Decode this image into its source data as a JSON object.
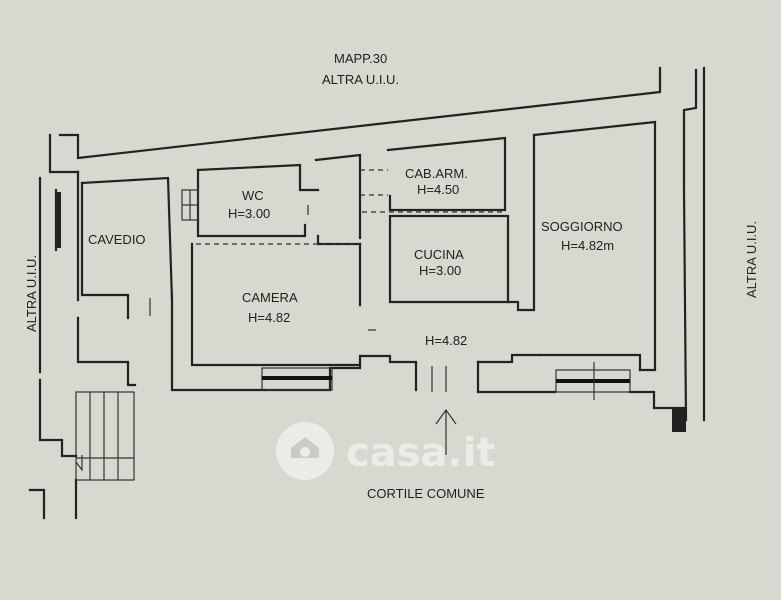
{
  "labels": {
    "mapp_top": "MAPP.30",
    "altra_top": "ALTRA U.I.U.",
    "altra_left": "ALTRA U.I.U.",
    "altra_right": "ALTRA U.I.U.",
    "cortile": "CORTILE COMUNE"
  },
  "rooms": {
    "wc": {
      "name": "WC",
      "height": "H=3.00"
    },
    "cab_arm": {
      "name": "CAB.ARM.",
      "height": "H=4.50"
    },
    "cucina": {
      "name": "CUCINA",
      "height": "H=3.00"
    },
    "soggiorno": {
      "name": "SOGGIORNO",
      "height": "H=4.82m"
    },
    "camera": {
      "name": "CAMERA",
      "height": "H=4.82"
    },
    "cavedio": {
      "name": "CAVEDIO"
    },
    "ingresso": {
      "height": "H=4.82"
    }
  },
  "watermark": {
    "text": "casa.it"
  },
  "colors": {
    "paper": "#d7d8d0",
    "ink": "#222222"
  }
}
